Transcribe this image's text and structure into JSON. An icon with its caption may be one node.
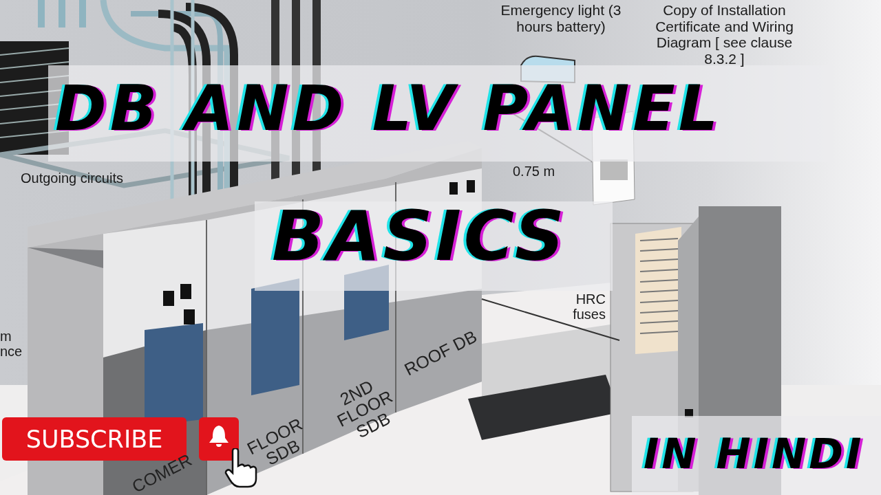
{
  "diagram": {
    "title": "DB AND LV PANEL",
    "labels": [
      "Emergency light (3 hours battery)",
      "Copy of Installation Certificate and Wiring Diagram [ see clause 8.3.2 ]",
      "0.75 m",
      "Outgoing circuits",
      "BASICS",
      "HRC fuses",
      "m",
      "nce",
      "ROOF DB",
      "2ND FLOOR SDB",
      "FLOOR SDB",
      "SUBSCRIBE",
      "IN HINDI",
      "COMER"
    ]
  }
}
